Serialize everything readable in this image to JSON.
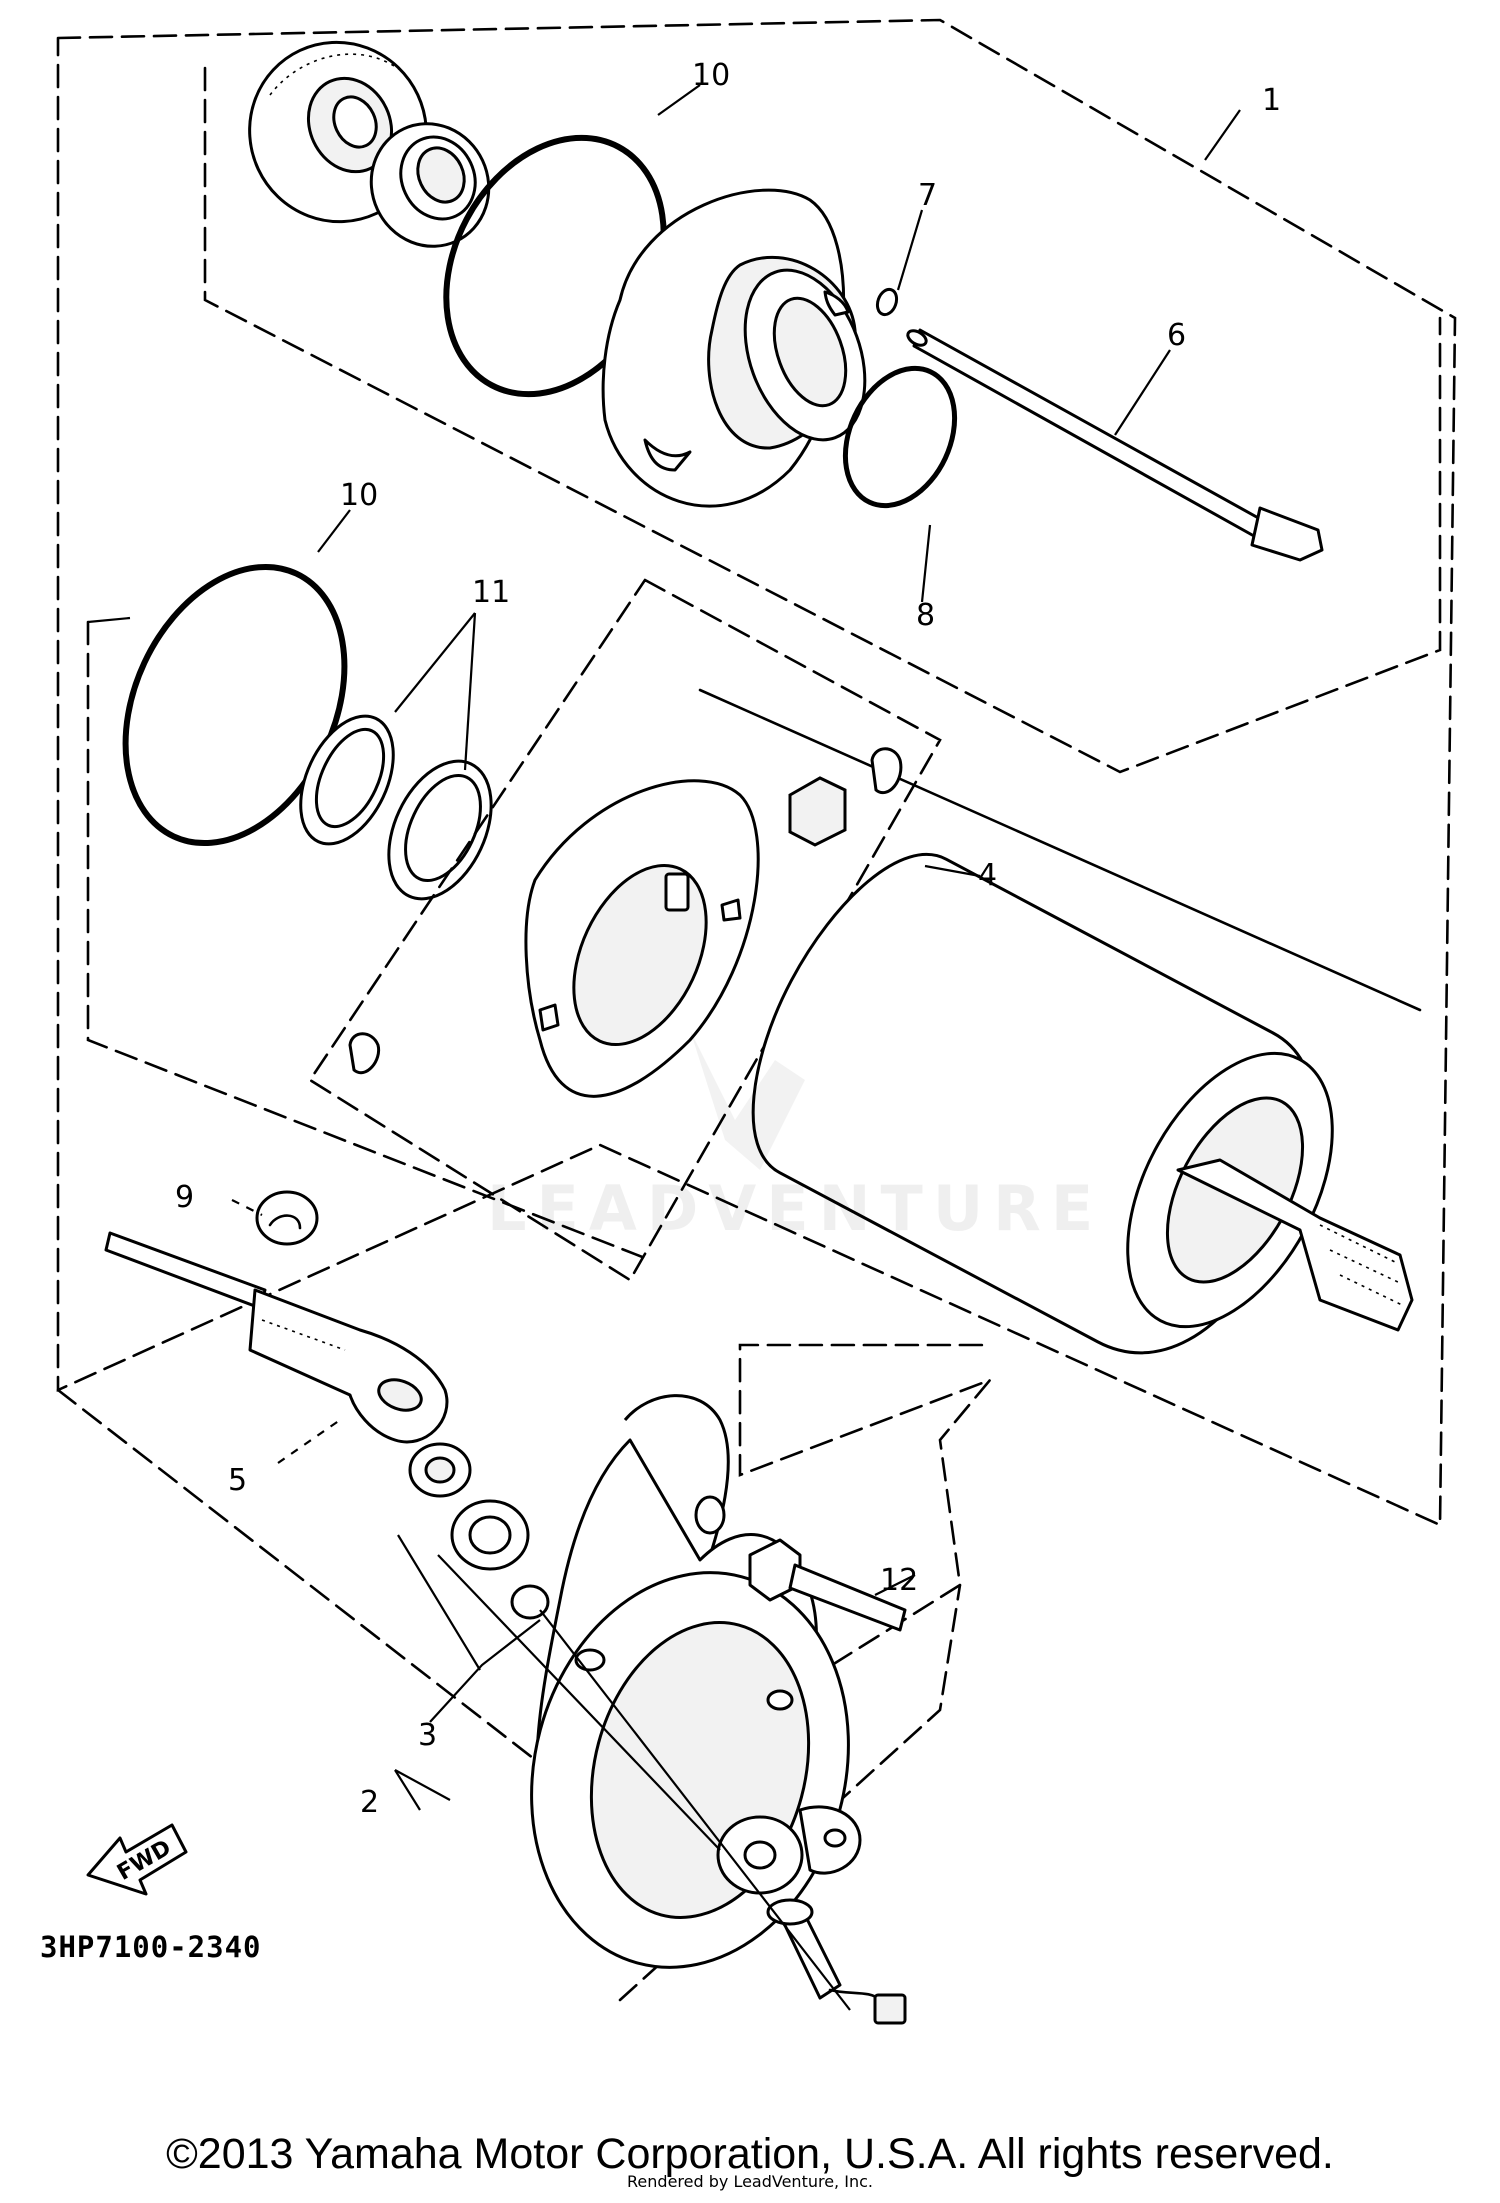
{
  "diagram": {
    "callouts": {
      "c1": "1",
      "c2": "2",
      "c3": "3",
      "c4": "4",
      "c5": "5",
      "c6": "6",
      "c7": "7",
      "c8": "8",
      "c9": "9",
      "c10a": "10",
      "c10b": "10",
      "c11": "11",
      "c12": "12"
    },
    "fwd_label": "FWD",
    "figure_code": "3HP7100-2340",
    "watermark": "LEADVENTURE"
  },
  "footer": {
    "copyright": "©2013 Yamaha Motor Corporation, U.S.A. All rights reserved.",
    "rendered_by": "Rendered by LeadVenture, Inc."
  }
}
